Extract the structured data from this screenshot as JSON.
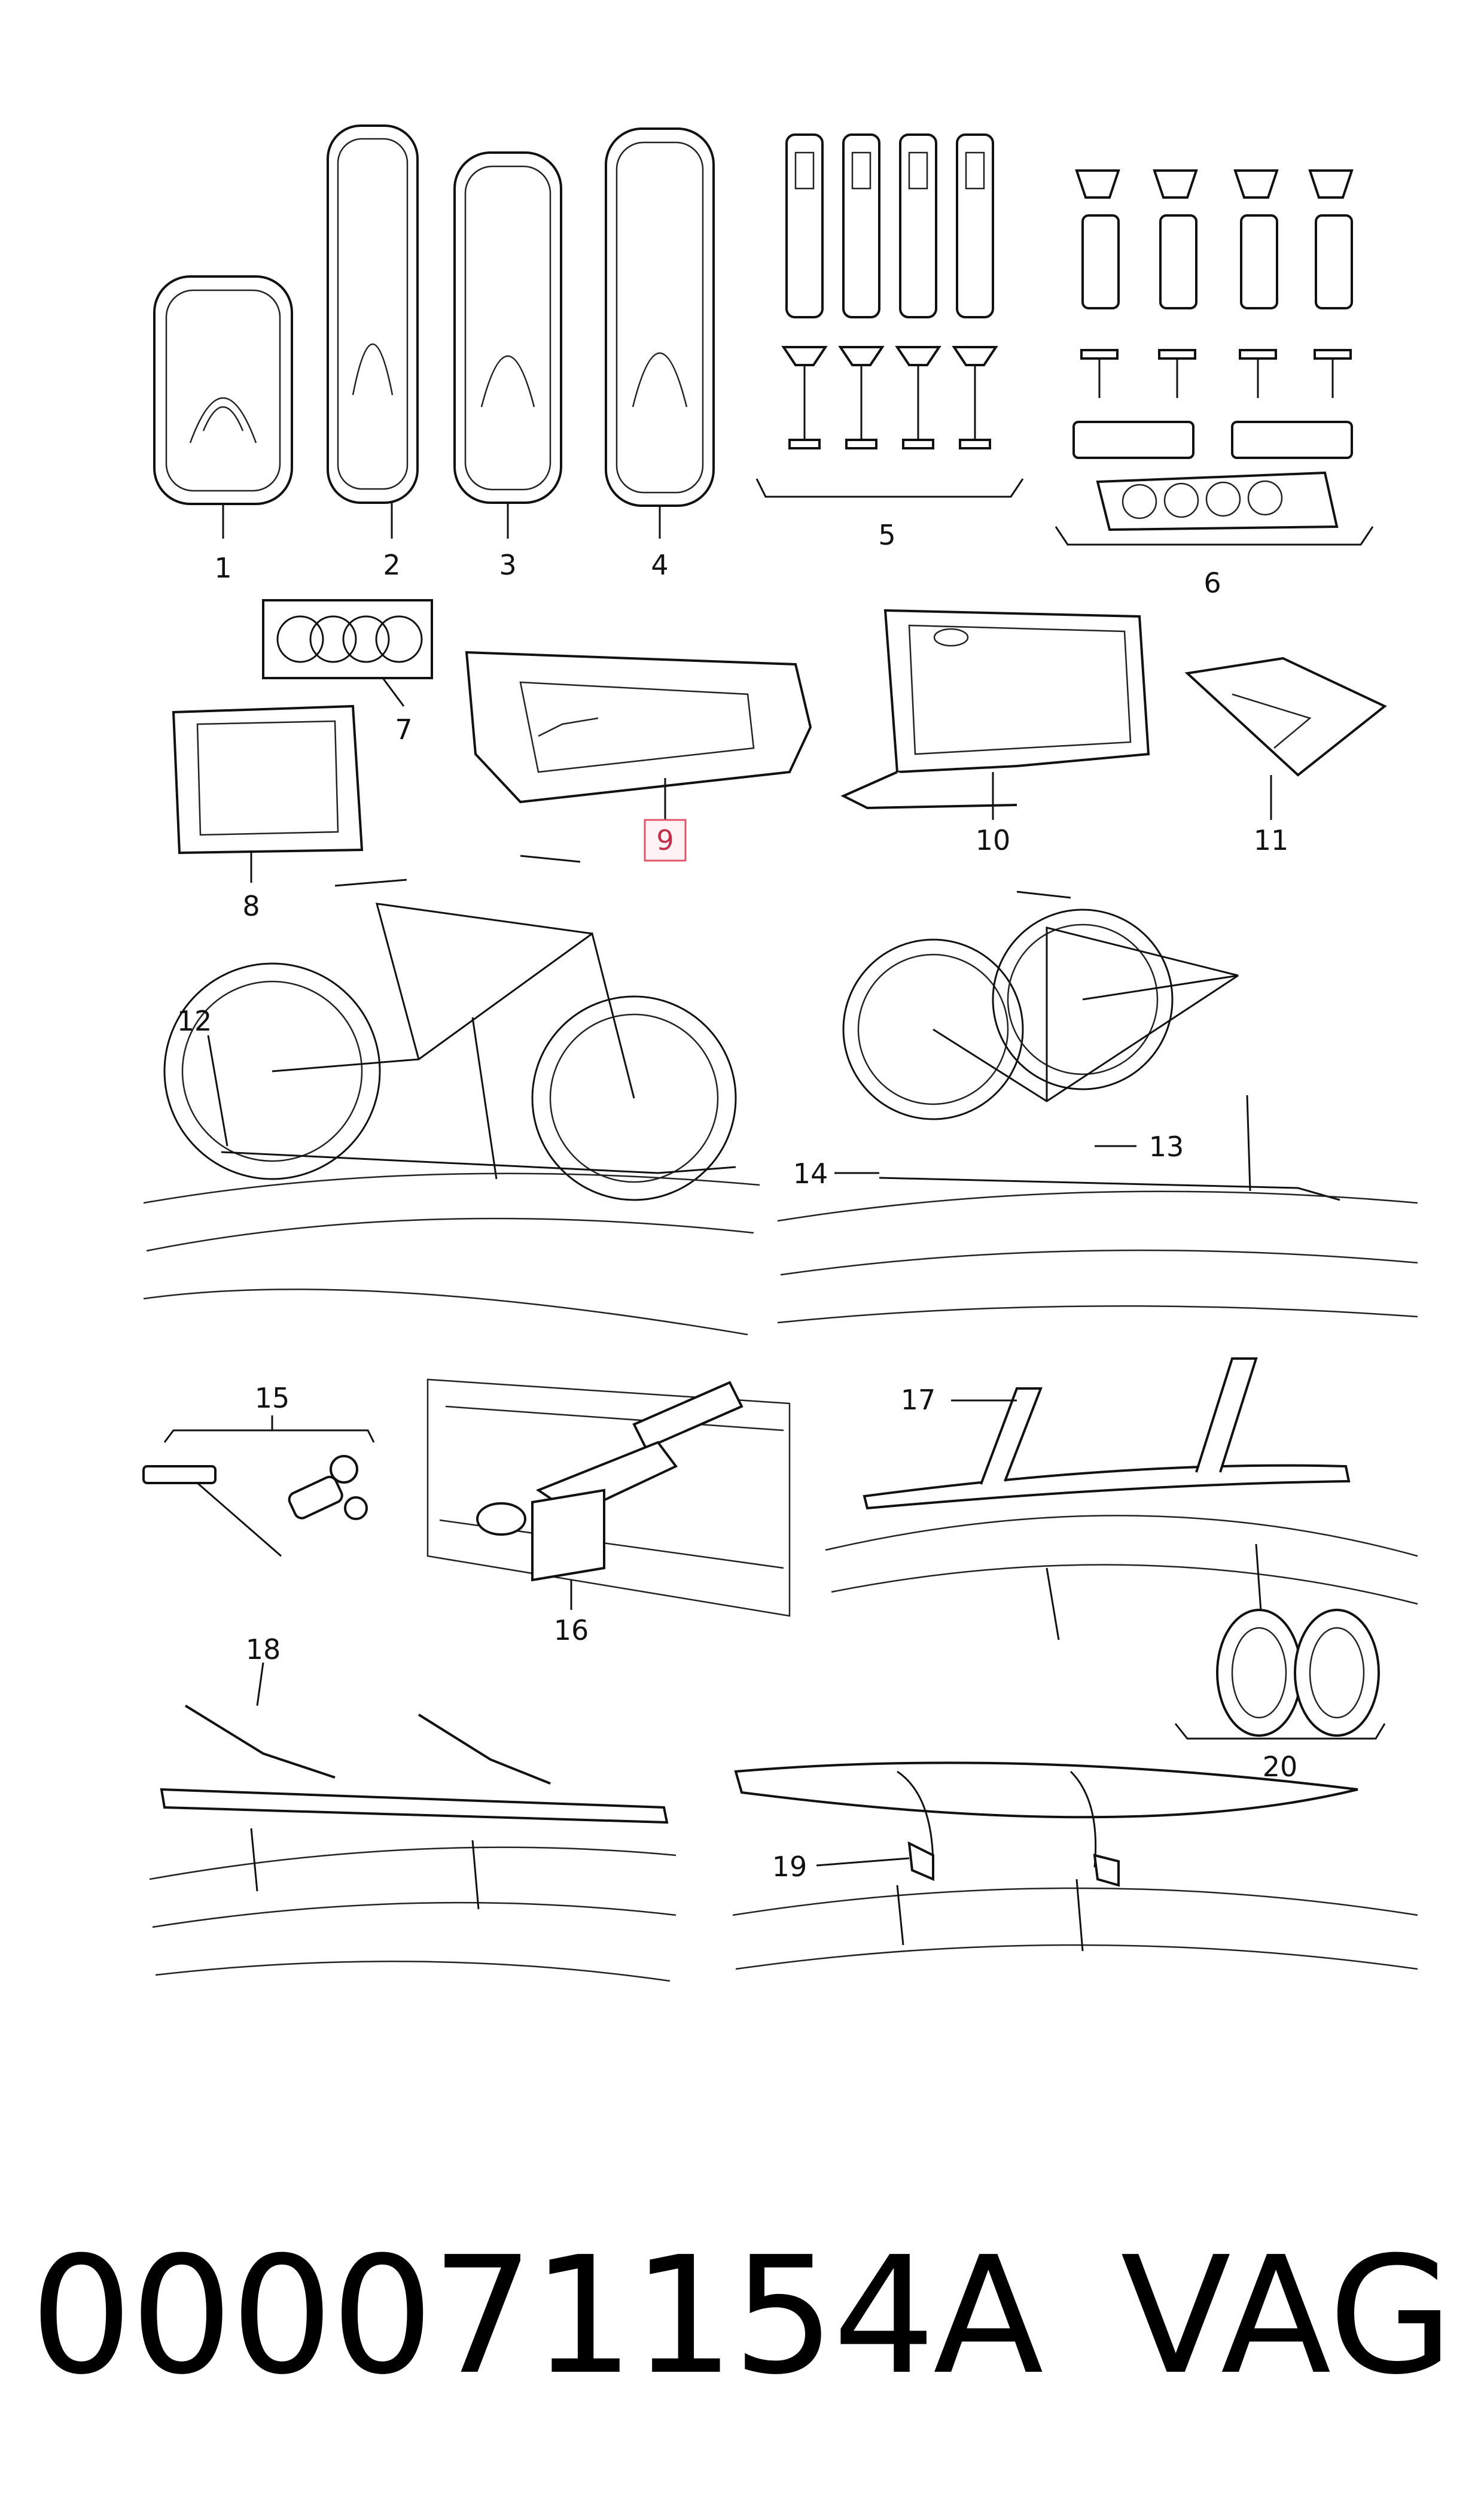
{
  "callouts": {
    "c1": "1",
    "c2": "2",
    "c3": "3",
    "c4": "4",
    "c5": "5",
    "c6": "6",
    "c7": "7",
    "c8": "8",
    "c9": "9",
    "c10": "10",
    "c11": "11",
    "c12": "12",
    "c13": "13",
    "c14": "14",
    "c15": "15",
    "c16": "16",
    "c17": "17",
    "c18": "18",
    "c19": "19",
    "c20": "20"
  },
  "highlighted_callout": "9",
  "highlight_color": "#e0566d",
  "footer": {
    "part_number": "000071154A",
    "brand": "VAG"
  }
}
